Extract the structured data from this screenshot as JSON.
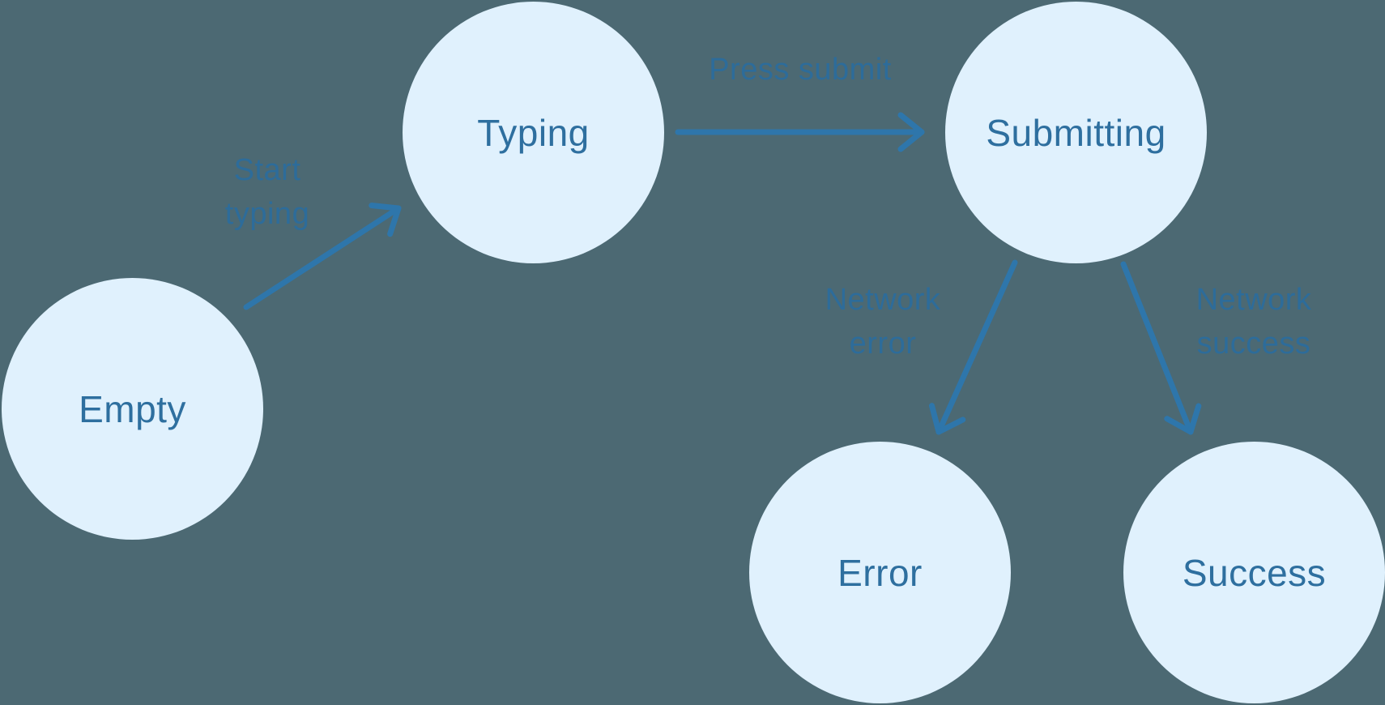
{
  "diagram": {
    "background_color": "#4C6973",
    "node_fill_color": "#E0F1FD",
    "node_text_color": "#2E6F9F",
    "arrow_color": "#2E76AB",
    "edge_label_color": "#2D6C9A",
    "nodes": {
      "empty": {
        "label": "Empty"
      },
      "typing": {
        "label": "Typing"
      },
      "submitting": {
        "label": "Submitting"
      },
      "error": {
        "label": "Error"
      },
      "success": {
        "label": "Success"
      }
    },
    "edges": {
      "start_typing": {
        "from": "Empty",
        "to": "Typing",
        "label": "Start\ntyping"
      },
      "press_submit": {
        "from": "Typing",
        "to": "Submitting",
        "label": "Press submit"
      },
      "network_error": {
        "from": "Submitting",
        "to": "Error",
        "label": "Network\nerror"
      },
      "network_success": {
        "from": "Submitting",
        "to": "Success",
        "label": "Network\nsuccess"
      }
    }
  }
}
